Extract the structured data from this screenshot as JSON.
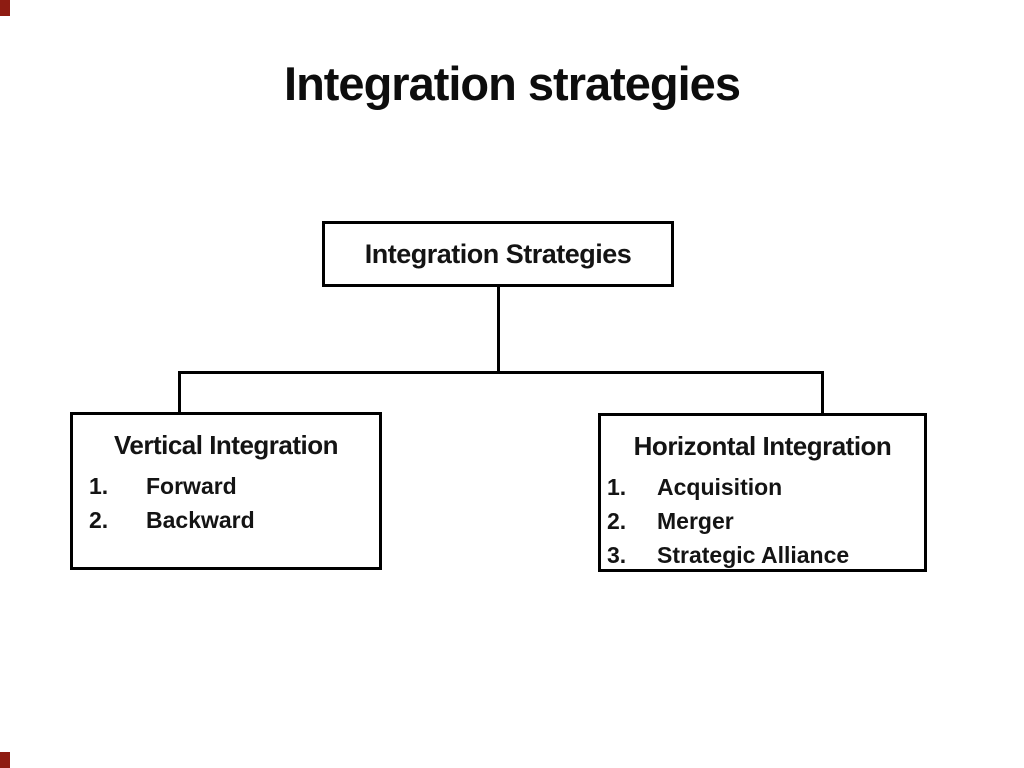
{
  "slide": {
    "title": "Integration strategies"
  },
  "diagram": {
    "root": {
      "label": "Integration Strategies"
    },
    "children": [
      {
        "heading": "Vertical Integration",
        "items": [
          {
            "num": "1.",
            "label": "Forward"
          },
          {
            "num": "2.",
            "label": "Backward"
          }
        ]
      },
      {
        "heading": "Horizontal Integration",
        "items": [
          {
            "num": "1.",
            "label": "Acquisition"
          },
          {
            "num": "2.",
            "label": "Merger"
          },
          {
            "num": "3.",
            "label": "Strategic Alliance"
          }
        ]
      }
    ]
  },
  "colors": {
    "background": "#ffffff",
    "text": "#141414",
    "line": "#000000",
    "corner_mark": "#8e1c12"
  }
}
